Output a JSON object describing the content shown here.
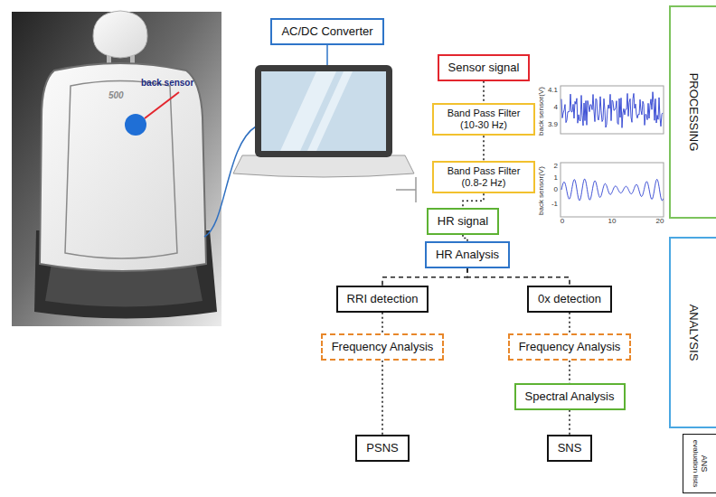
{
  "diagram": {
    "nodes": [
      {
        "text": [
          "AC/DC Converter"
        ]
      },
      {
        "text": [
          "Sensor signal"
        ]
      },
      {
        "text": [
          "Band Pass Filter (10-30 Hz)"
        ]
      },
      {
        "text": [
          "Band Pass Filter (0.8-2 Hz)"
        ]
      },
      {
        "text": [
          "HR signal"
        ]
      },
      {
        "text": [
          "HR Analysis"
        ]
      },
      {
        "text": [
          "RRI detection"
        ]
      },
      {
        "text": [
          "0x detection"
        ]
      },
      {
        "text": [
          "Frequency Analysis"
        ]
      },
      {
        "text": [
          "Frequency Analysis"
        ]
      },
      {
        "text": [
          "Spectral Analysis"
        ]
      },
      {
        "text": [
          "PSNS"
        ]
      },
      {
        "text": [
          "SNS"
        ]
      },
      {
        "text": [
          "PROCESSING"
        ]
      },
      {
        "text": [
          "ANALYSIS"
        ]
      },
      {
        "text": [
          "ANS",
          "evaluation lists"
        ]
      }
    ],
    "edges": [
      {
        "from": 1,
        "to": 2,
        "arrow": "none"
      },
      {
        "from": 2,
        "to": 3,
        "arrow": "none"
      },
      {
        "from": 3,
        "to": 4,
        "arrow": "none"
      },
      {
        "from": 4,
        "to": 5,
        "arrow": "none"
      },
      {
        "from": 5,
        "to": 6,
        "arrow": "none"
      },
      {
        "from": 5,
        "to": 7,
        "arrow": "none"
      },
      {
        "from": 6,
        "to": 8,
        "arrow": "none"
      },
      {
        "from": 8,
        "to": 11,
        "arrow": "none"
      },
      {
        "from": 7,
        "to": 9,
        "arrow": "none"
      },
      {
        "from": 9,
        "to": 10,
        "arrow": "none"
      },
      {
        "from": 10,
        "to": 12,
        "arrow": "none"
      }
    ],
    "labels": [
      "back sensor",
      "500",
      "4.1",
      "4",
      "3.9",
      "back sensor(V)",
      "2",
      "1",
      "0",
      "-1",
      "back sensor(V)",
      "0",
      "10",
      "20"
    ]
  }
}
